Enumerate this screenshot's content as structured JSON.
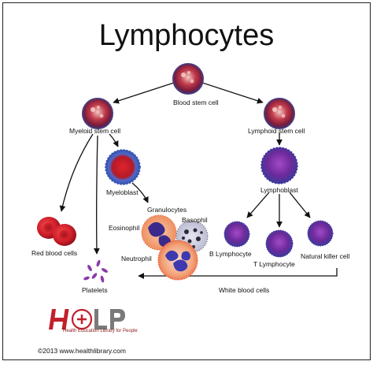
{
  "title": "Lymphocytes",
  "cells": {
    "blood_stem_cell": "Blood stem cell",
    "myeloid_stem_cell": "Myeloid stem cell",
    "lymphoid_stem_cell": "Lymphoid stem cell",
    "myeloblast": "Myeloblast",
    "lymphoblast": "Lymphoblast",
    "granulocytes": "Granulocytes",
    "basophil": "Basophil",
    "eosinophil": "Eosinophil",
    "neutrophil": "Neutrophil",
    "red_blood_cells": "Red blood cells",
    "platelets": "Platelets",
    "b_lymphocyte": "B Lymphocyte",
    "t_lymphocyte": "T Lymphocyte",
    "natural_killer_cell": "Natural killer cell",
    "white_blood_cells": "White blood cells"
  },
  "logo": {
    "name": "HELP",
    "tagline": "Health Education Library for People"
  },
  "copyright": "©2013 www.healthlibrary.com",
  "colors": {
    "stem_cell": "#b8324a",
    "myeloblast_core": "#c81e2a",
    "myeloblast_rim": "#4a6fd0",
    "lymphocyte": "#7a2aa8",
    "red_cell": "#d21f2b",
    "platelet": "#8a3aa8",
    "logo_red": "#c21f2b",
    "logo_gray": "#7a7a7a"
  }
}
